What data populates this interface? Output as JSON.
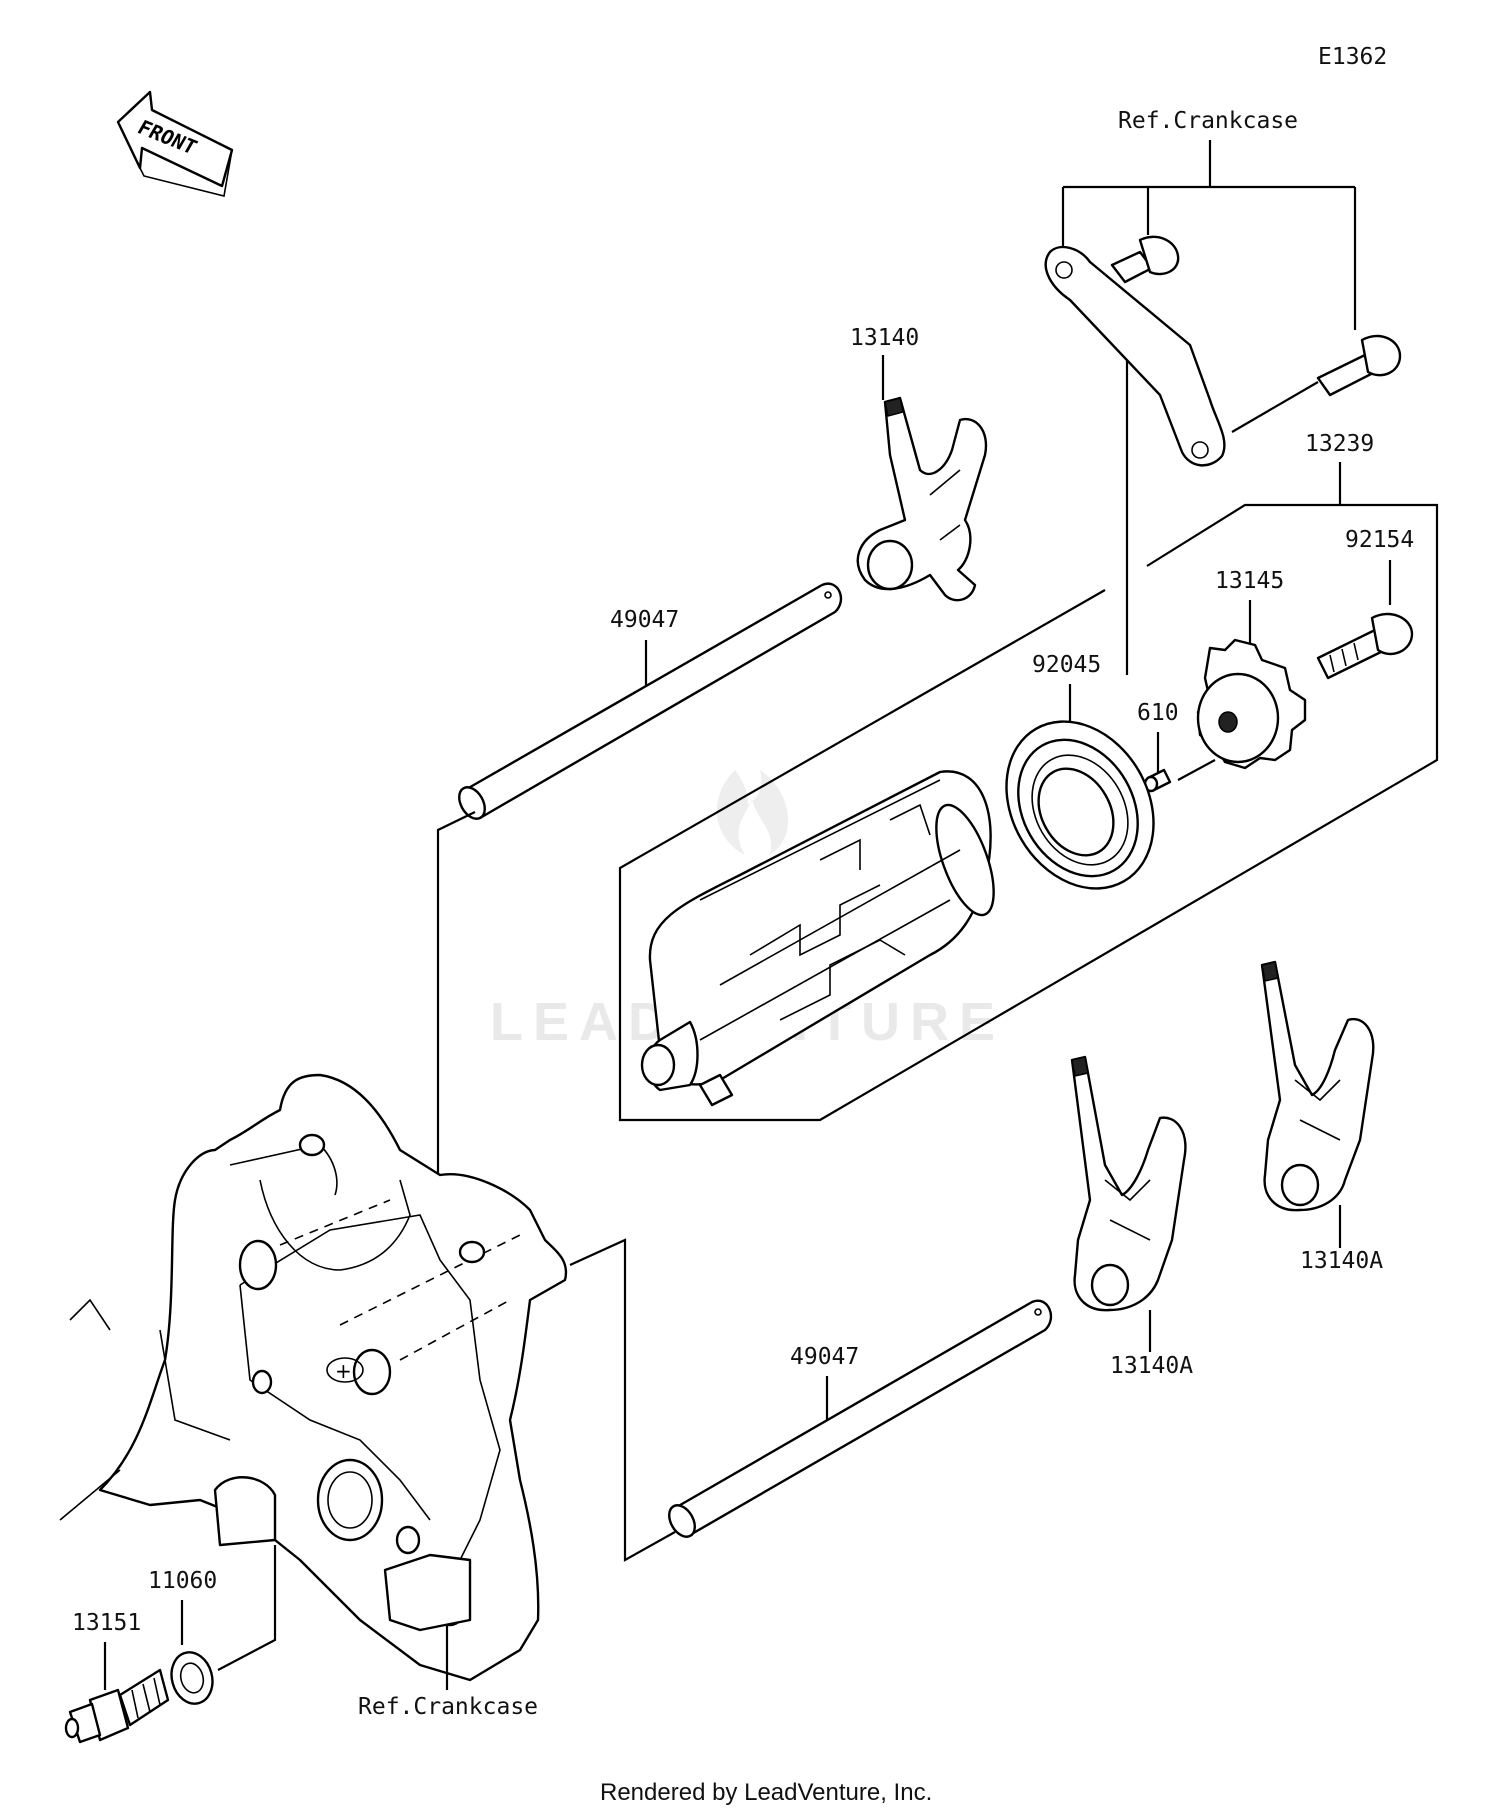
{
  "diagram_code": "E1362",
  "front_arrow_label": "FRONT",
  "ref_crankcase_top": "Ref.Crankcase",
  "ref_crankcase_bottom": "Ref.Crankcase",
  "parts": {
    "fork_13140": "13140",
    "kit_13239": "13239",
    "bolt_92154": "92154",
    "cam_13145": "13145",
    "shaft_49047_upper": "49047",
    "bearing_92045": "92045",
    "pin_610": "610",
    "fork_13140A_right": "13140A",
    "fork_13140A_left": "13140A",
    "shaft_49047_lower": "49047",
    "washer_11060": "11060",
    "switch_13151": "13151"
  },
  "watermark": "LEADVENTURE",
  "footer": "Rendered by LeadVenture, Inc."
}
